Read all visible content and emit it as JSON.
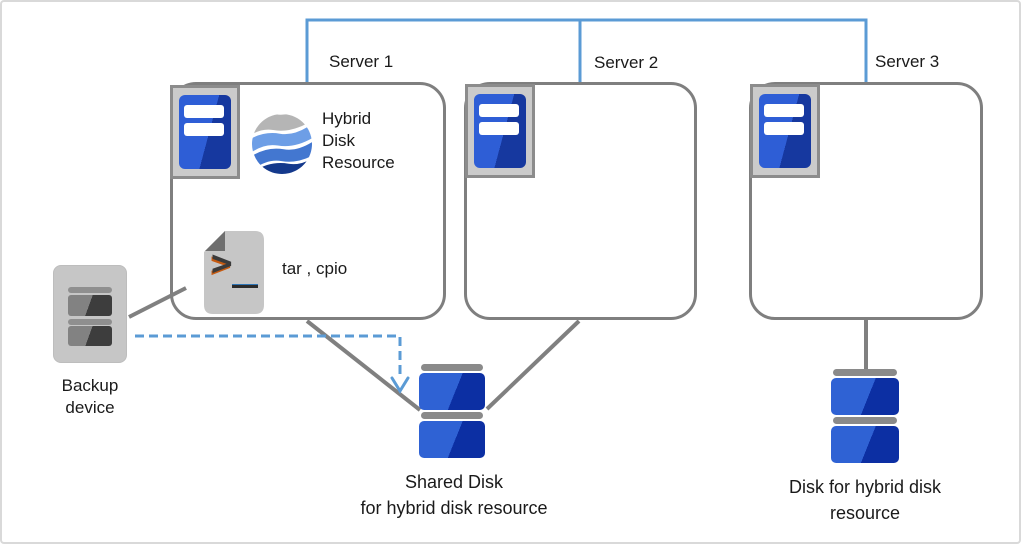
{
  "servers": [
    {
      "label": "Server 1"
    },
    {
      "label": "Server 2"
    },
    {
      "label": "Server 3"
    }
  ],
  "server1_contents": {
    "resource_lines": [
      "Hybrid",
      "Disk",
      "Resource"
    ],
    "backup_tools": "tar , cpio"
  },
  "backup_device": {
    "lines": [
      "Backup",
      "device"
    ]
  },
  "shared_disk": {
    "lines": [
      "Shared Disk",
      "for hybrid disk resource"
    ]
  },
  "server3_disk": {
    "lines": [
      "Disk for hybrid disk",
      "resource"
    ]
  },
  "colors": {
    "accent-blue": "#5b9bd5",
    "line-gray": "#808080",
    "box-border": "#7f7f7f",
    "disk-blue-light": "#2f62d4",
    "disk-blue-dark": "#0c2fa3",
    "disk-bar-gray": "#8a8a8a",
    "device-gray": "#c6c6c6",
    "wave-gray": "#b5b5b5",
    "wave-light": "#6d9ee6",
    "wave-mid": "#4377d0",
    "wave-dark": "#14398c",
    "text-black": "#1a1a1a"
  }
}
